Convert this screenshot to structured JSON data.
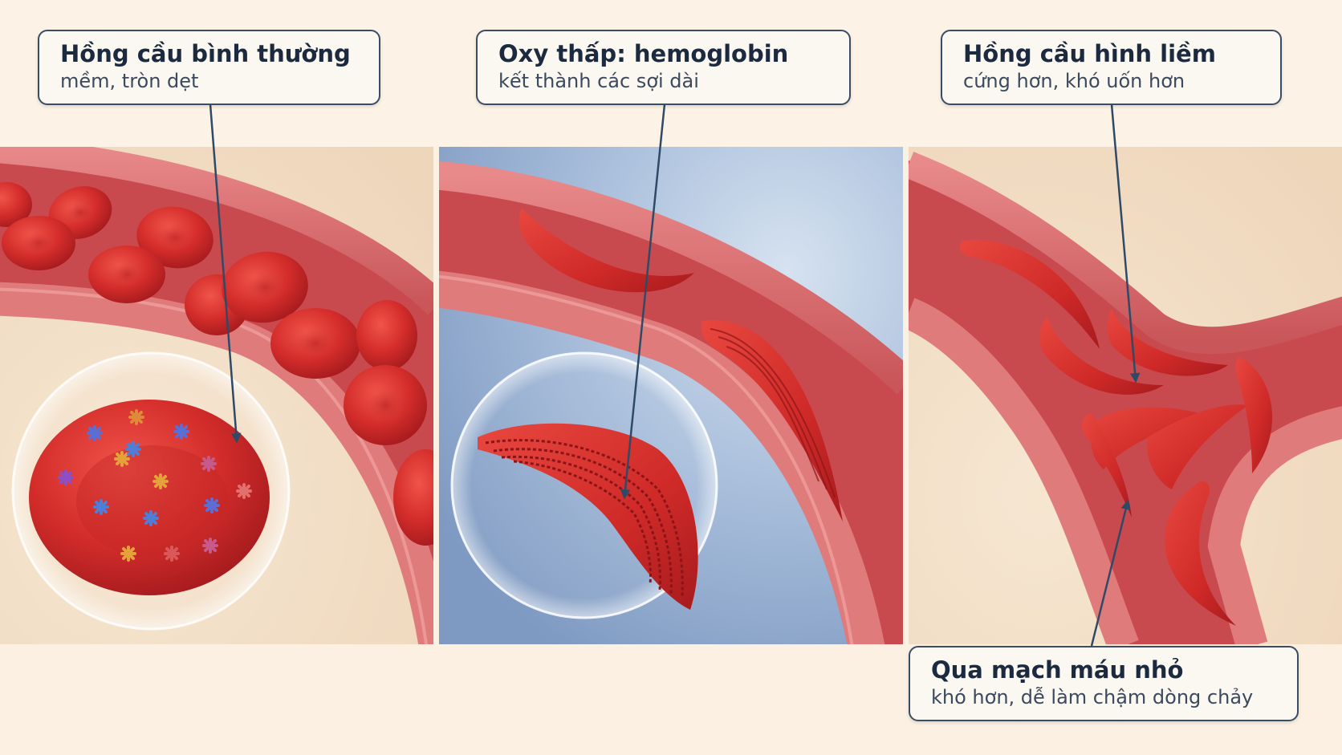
{
  "callouts": {
    "normal": {
      "title": "Hồng cầu bình thường",
      "subtitle": "mềm, tròn dẹt"
    },
    "low_oxygen": {
      "title": "Oxy thấp: hemoglobin",
      "subtitle": "kết thành các sợi dài"
    },
    "sickle": {
      "title": "Hồng cầu hình liềm",
      "subtitle": "cứng hơn, khó uốn hơn"
    },
    "small_vessel": {
      "title": "Qua mạch máu nhỏ",
      "subtitle": "khó hơn, dễ làm chậm dòng chảy"
    }
  },
  "colors": {
    "background": "#fbf1e3",
    "vessel_wall": "#d9686b",
    "blood_cell": "#d42d2b",
    "panel_blue": "#9db4d5",
    "callout_border": "#3a4d66"
  }
}
